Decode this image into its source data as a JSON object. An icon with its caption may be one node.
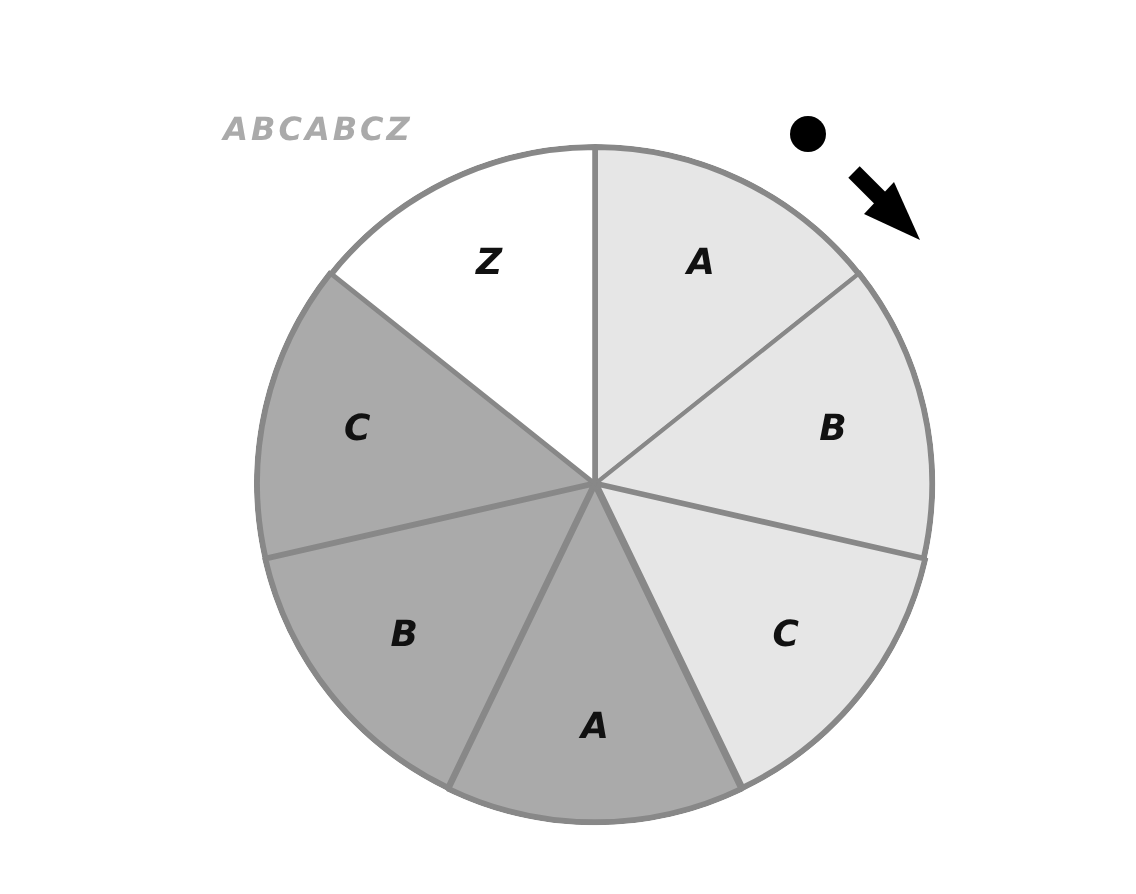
{
  "diagram": {
    "nodes": [
      {
        "text": [
          "A"
        ]
      },
      {
        "text": [
          "B"
        ]
      },
      {
        "text": [
          "C"
        ]
      },
      {
        "text": [
          "A"
        ]
      },
      {
        "text": [
          "B"
        ]
      },
      {
        "text": [
          "C"
        ]
      },
      {
        "text": [
          "Z"
        ]
      }
    ],
    "labels": [
      "ABCABCZ"
    ]
  }
}
